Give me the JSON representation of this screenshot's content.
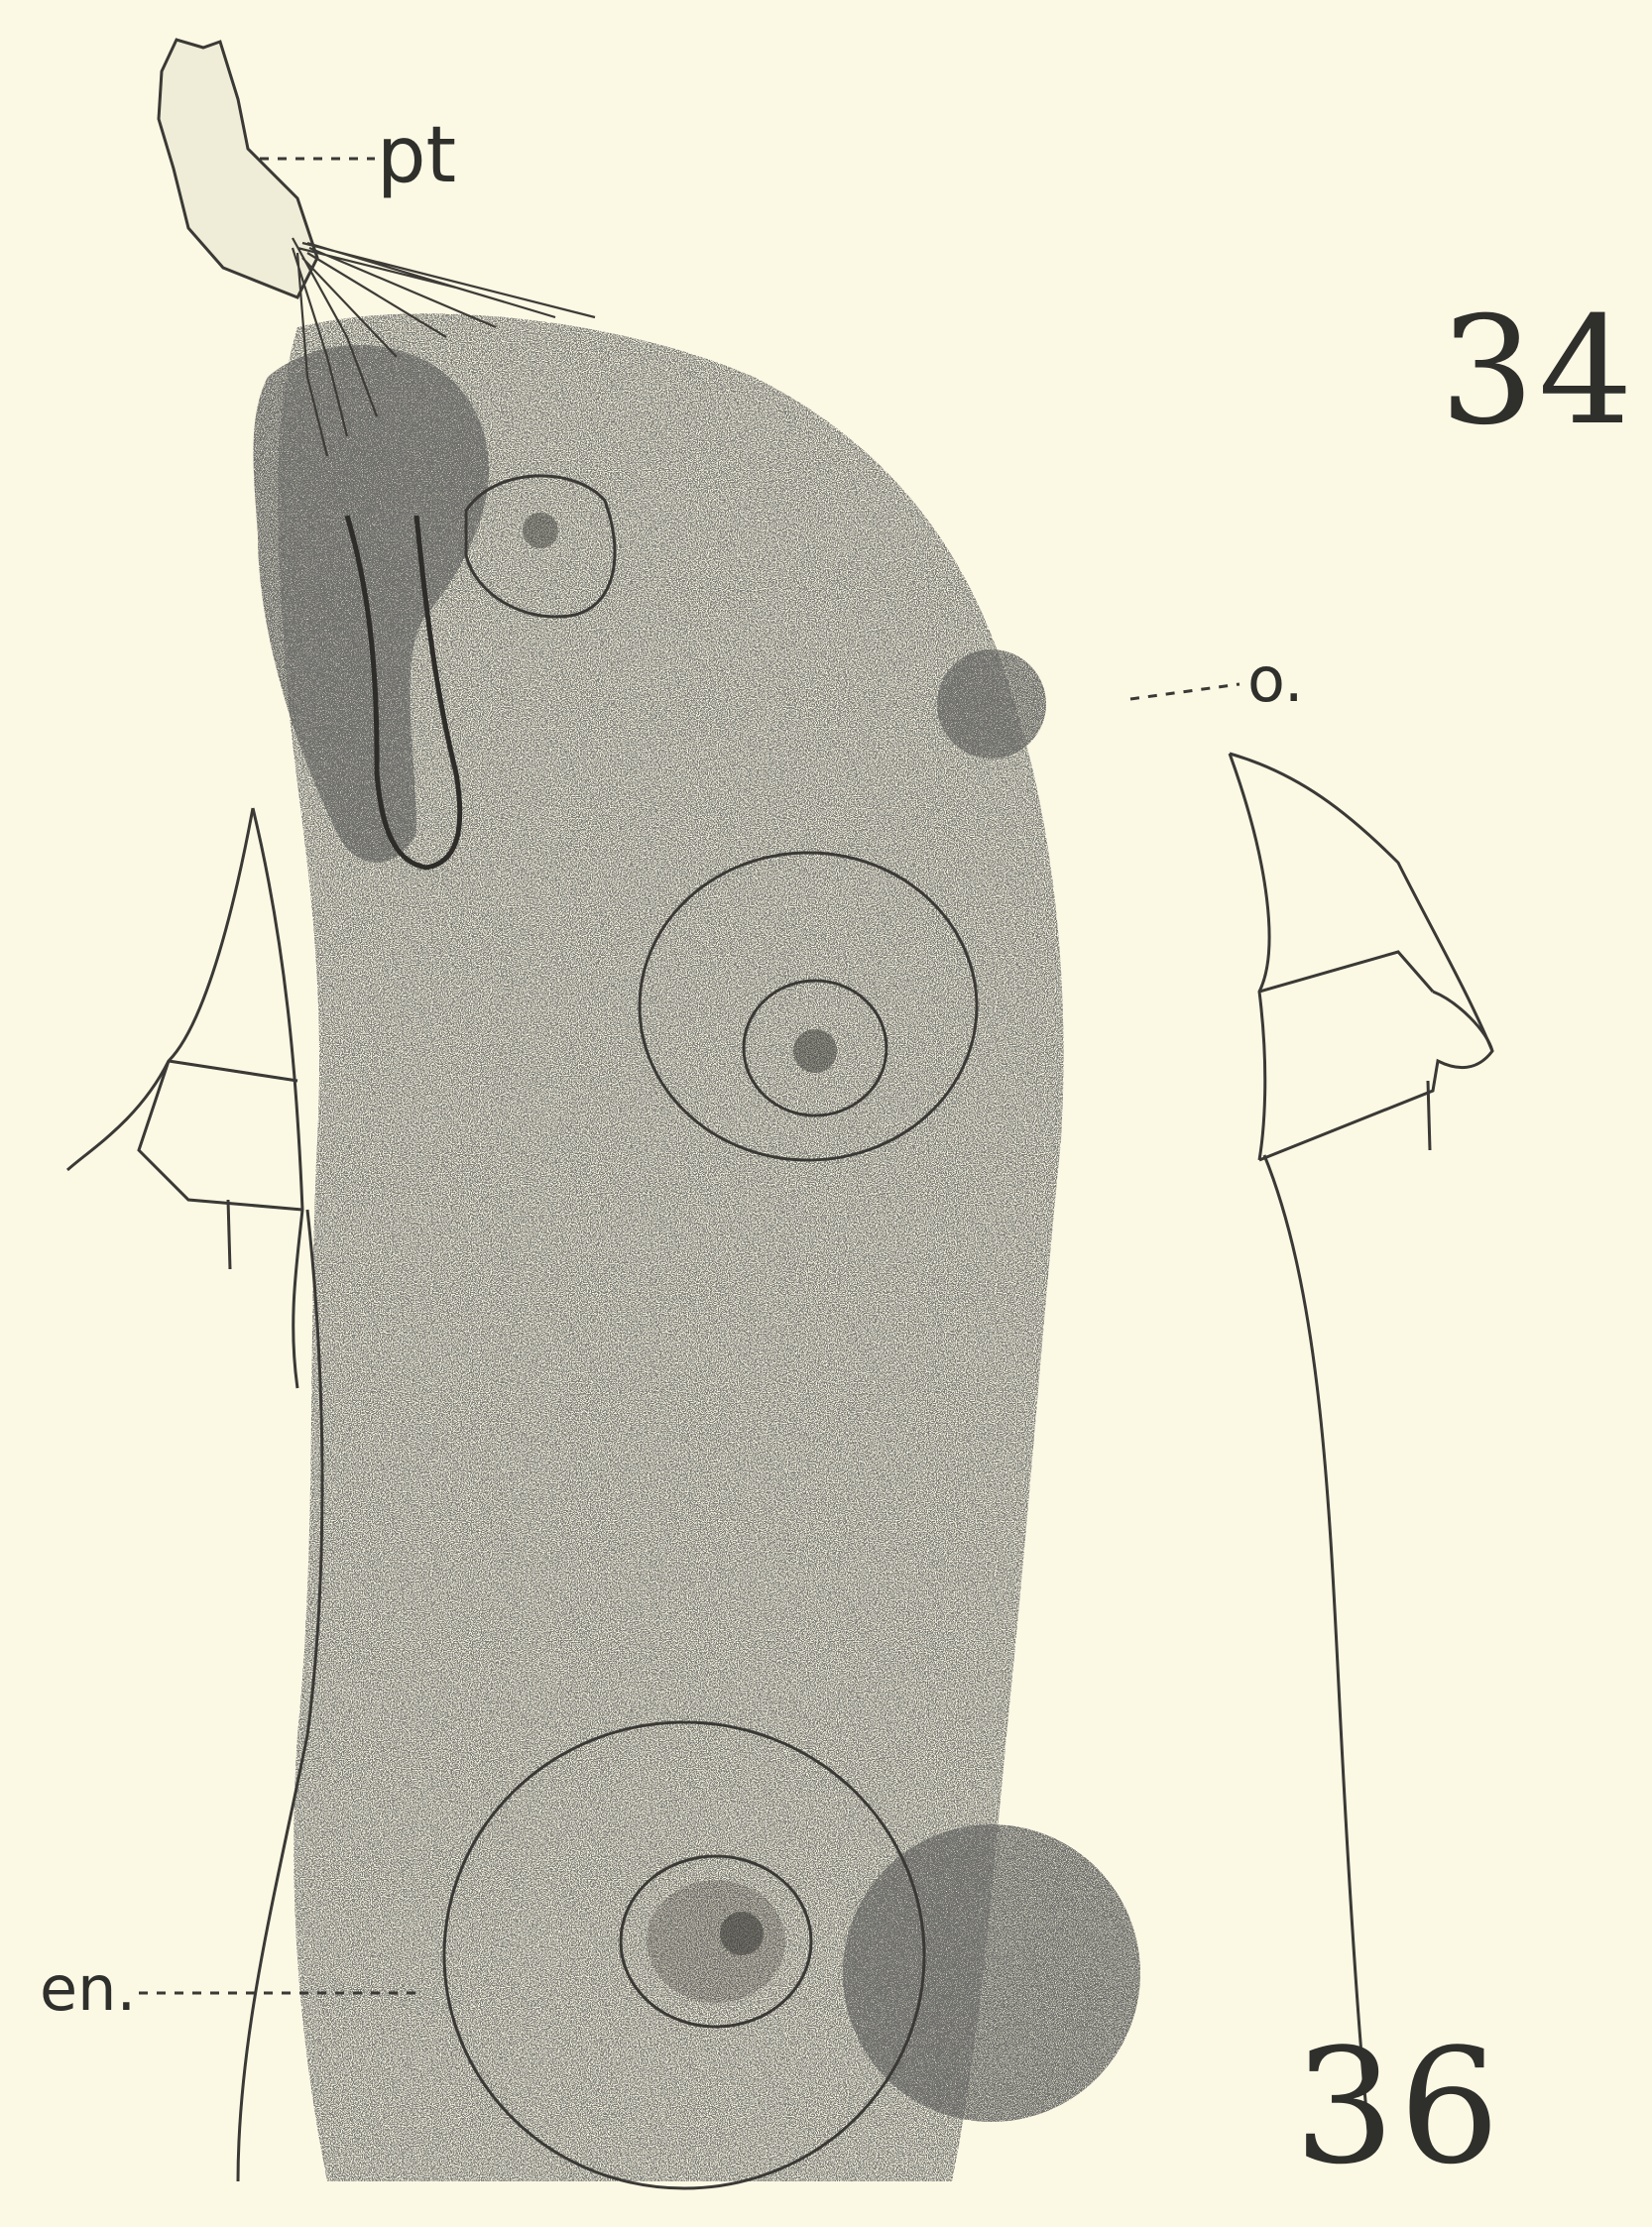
{
  "plate": {
    "background_color": "#fbf8e4",
    "ink_color": "#2f2f2c",
    "figure_numbers": {
      "upper": "34",
      "lower": "36"
    },
    "labels": {
      "pt": "pt",
      "o": "o.",
      "en": "en."
    }
  }
}
